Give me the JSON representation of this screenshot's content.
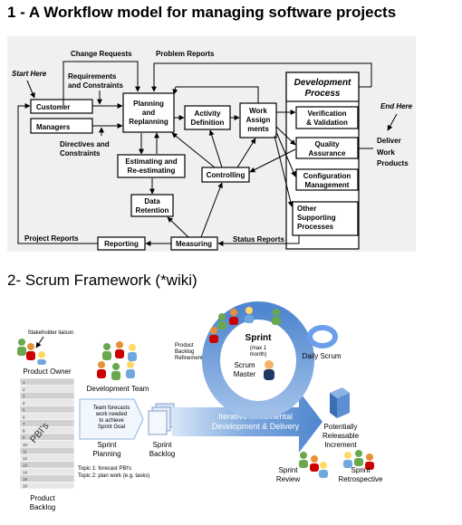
{
  "titles": {
    "workflow": "1 - A Workflow model for managing software projects",
    "scrum": "2- Scrum Framework (*wiki)"
  },
  "workflow": {
    "boxes": {
      "customer": "Customer",
      "managers": "Managers",
      "planning": [
        "Planning",
        "and",
        "Replanning"
      ],
      "activity": [
        "Activity",
        "Definition"
      ],
      "work": [
        "Work",
        "Assign",
        "ments"
      ],
      "devprocess": [
        "Development",
        "Process"
      ],
      "verification": [
        "Verification",
        "& Validation"
      ],
      "quality": [
        "Quality",
        "Assurance"
      ],
      "config": [
        "Configuration",
        "Management"
      ],
      "other": [
        "Other",
        "Supporting",
        "Processes"
      ],
      "estimating": [
        "Estimating and",
        "Re-estimating"
      ],
      "controlling": "Controlling",
      "data": [
        "Data",
        "Retention"
      ],
      "reporting": "Reporting",
      "measuring": "Measuring"
    },
    "labels": {
      "start": "Start Here",
      "end": "End Here",
      "change": "Change Requests",
      "problem": "Problem Reports",
      "requirements": [
        "Requirements",
        "and Constraints"
      ],
      "directives": [
        "Directives and",
        "Constraints"
      ],
      "deliver": [
        "Deliver",
        "Work",
        "Products"
      ],
      "project_reports": "Project Reports",
      "status_reports": "Status Reports"
    }
  },
  "scrum": {
    "stakeholder": "Stakeholder liaison",
    "product_owner": "Product Owner",
    "pbis": "PBI's",
    "product_backlog": [
      "Product",
      "Backlog"
    ],
    "dev_team": "Development Team",
    "team_forecasts": [
      "Team forecasts",
      "work needed",
      "to achieve",
      "Sprint Goal"
    ],
    "sprint_planning": [
      "Sprint",
      "Planning"
    ],
    "topics": [
      "Topic 1: forecast PBI's",
      "Topic 2: plan work (e.g. tasks)"
    ],
    "sprint_backlog": [
      "Sprint",
      "Backlog"
    ],
    "pbr": [
      "Product",
      "Backlog",
      "Refinement"
    ],
    "sprint": "Sprint",
    "sprint_len": [
      "(max 1",
      "month)"
    ],
    "scrum_master": [
      "Scrum",
      "Master"
    ],
    "daily_scrum": "Daily Scrum",
    "iterative": [
      "Iterative-Incremental",
      "Development & Delivery"
    ],
    "releasable": [
      "Potentially",
      "Releasable",
      "Increment"
    ],
    "review": [
      "Sprint",
      "Review"
    ],
    "retro": [
      "Sprint",
      "Retrospective"
    ],
    "backlog_numbers": [
      "1",
      "2",
      "3",
      "4",
      "5",
      "6",
      "7",
      "8",
      "9",
      "10",
      "11",
      "12",
      "13",
      "14",
      "15",
      "16"
    ]
  }
}
